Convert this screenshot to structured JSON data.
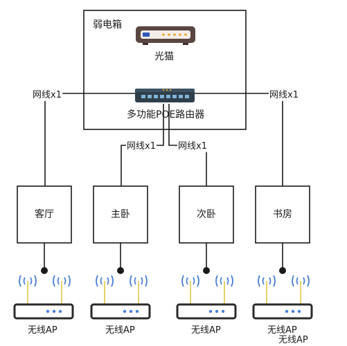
{
  "closet": {
    "title": "弱电箱",
    "modem_label": "光猫",
    "router_label": "多功能POE路由器"
  },
  "links": {
    "left": "网线x1",
    "right": "网线x1",
    "center_left": "网线x1",
    "center_right": "网线x1"
  },
  "rooms": [
    {
      "name": "客厅",
      "ap_label": "无线AP"
    },
    {
      "name": "主卧",
      "ap_label": "无线AP"
    },
    {
      "name": "次卧",
      "ap_label": "无线AP"
    },
    {
      "name": "书房",
      "ap_label": "无线AP"
    }
  ],
  "watermark": {
    "text": "无线AP"
  },
  "colors": {
    "line": "#1a1a1a",
    "modem_body": "#5a4640",
    "router_body": "#2f3f4a",
    "ap_body": "#ffffff",
    "led": "#f0a830",
    "ap_dot": "#4a7fd8",
    "wifi_wave": "#4a7fd8",
    "antenna": "#e6d36a"
  }
}
